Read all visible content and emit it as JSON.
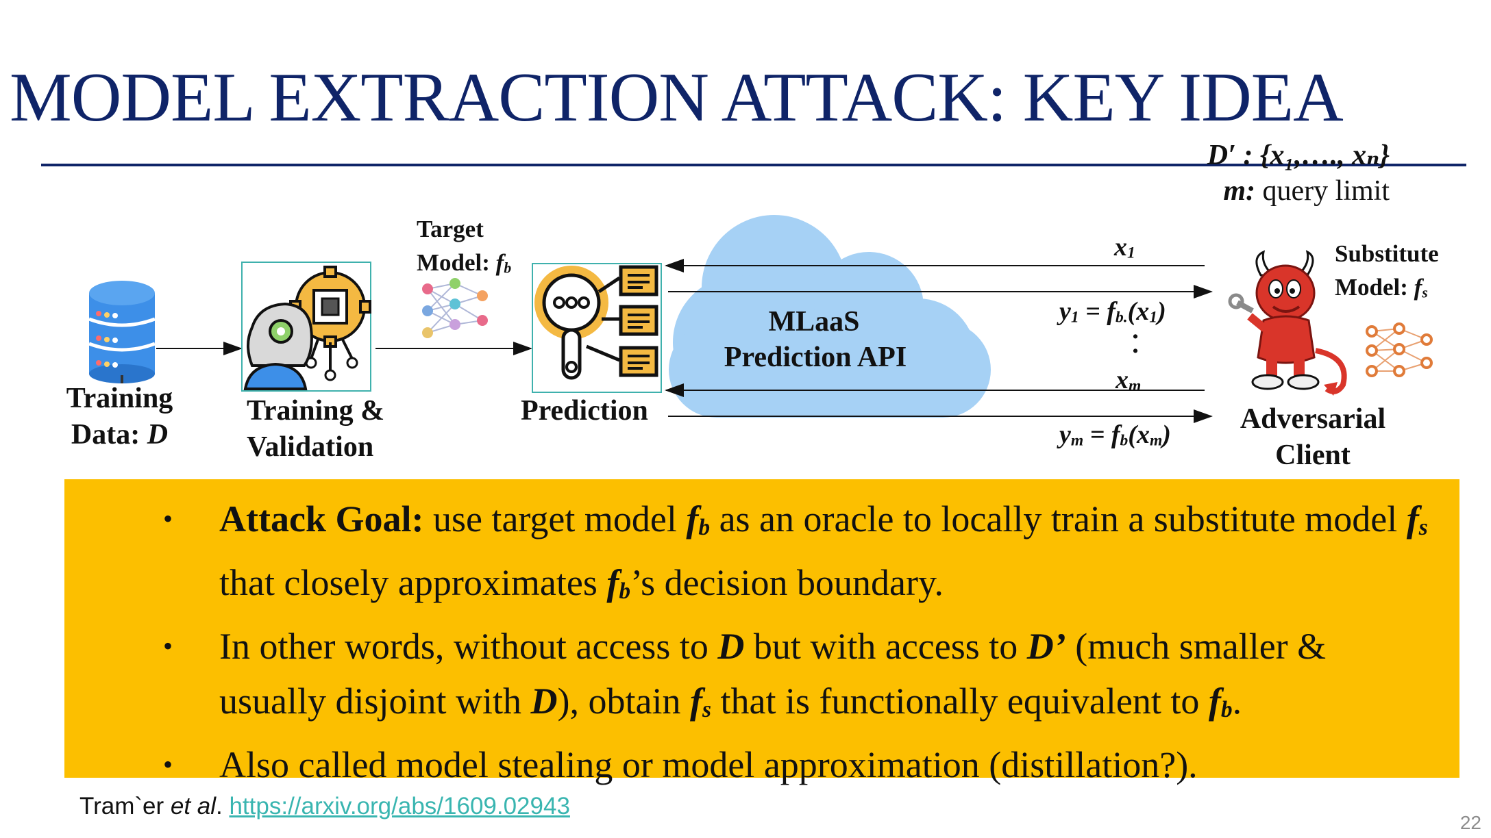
{
  "slide": {
    "title": "MODEL EXTRACTION ATTACK: KEY IDEA",
    "page_number": "22"
  },
  "meta": {
    "dprime": "D′ : {x₁,…., xₙ}",
    "query_limit_label": "m:",
    "query_limit_text": " query limit"
  },
  "diagram": {
    "training_data_line1": "Training",
    "training_data_line2_text": "Data: ",
    "training_data_symbol": "D",
    "training_line1": "Training &",
    "training_line2": "Validation",
    "target_line1": "Target",
    "target_line2_text": "Model: ",
    "target_symbol": "f",
    "target_sub": "b",
    "prediction": "Prediction",
    "cloud_line1": "MLaaS",
    "cloud_line2": "Prediction API",
    "substitute_line1": "Substitute",
    "substitute_line2_text": "Model: ",
    "substitute_symbol": "f",
    "substitute_sub": "s",
    "adversary_line1": "Adversarial",
    "adversary_line2": "Client",
    "queries": {
      "x1_base": "x",
      "x1_sub": "1",
      "y1_base": "y",
      "y1_sub": "1",
      "y1_mid": " = f",
      "y1_fsub": "b.",
      "y1_end": "(x",
      "y1_xsub": "1",
      "y1_close": ")",
      "dots": "·\n·",
      "xm_base": "x",
      "xm_sub": "m",
      "ym_base": "y",
      "ym_sub": "m",
      "ym_mid": " = f",
      "ym_fsub": "b",
      "ym_end": "(x",
      "ym_xsub": "m",
      "ym_close": ")"
    }
  },
  "bullets": {
    "b1_bold": "Attack Goal:",
    "b1_t1": " use target model ",
    "b1_f1": "f",
    "b1_s1": "b",
    "b1_t2": " as an oracle to locally train a substitute model ",
    "b1_f2": "f",
    "b1_s2": "s",
    "b1_t3": " that closely approximates ",
    "b1_f3": "f",
    "b1_s3": "b",
    "b1_t4": "’s decision boundary.",
    "b2_t1": "In other words, without access to ",
    "b2_d1": "D",
    "b2_t2": " but with access to ",
    "b2_d2": "D’",
    "b2_t3": " (much smaller & usually disjoint with ",
    "b2_d3": "D",
    "b2_t4": "), obtain ",
    "b2_f1": "f",
    "b2_s1": "s",
    "b2_t5": " that is functionally equivalent to ",
    "b2_f2": "f",
    "b2_s2": "b",
    "b2_t6": ".",
    "b3": "Also called model stealing or model approximation (distillation?)."
  },
  "citation": {
    "author": "Tram`er ",
    "etal": "et al",
    "dot": ". ",
    "url": "https://arxiv.org/abs/1609.02943"
  },
  "colors": {
    "title": "#0f2468",
    "box": "#fcbf00",
    "cloud": "#a6d1f5",
    "link": "#39b5b0",
    "devil_red": "#d9352a"
  }
}
